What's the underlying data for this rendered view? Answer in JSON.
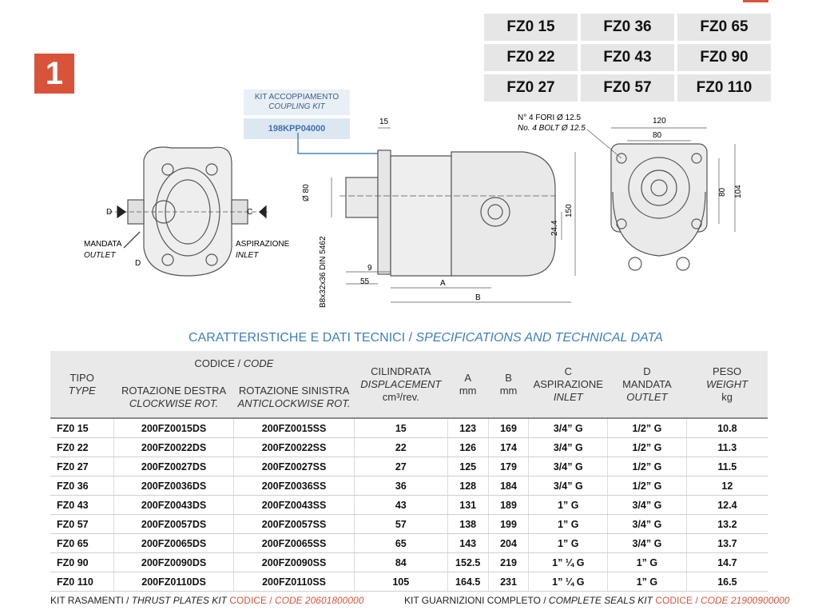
{
  "badge": "1",
  "models": [
    "FZ0 15",
    "FZ0 36",
    "FZ0 65",
    "FZ0 22",
    "FZ0 43",
    "FZ0 90",
    "FZ0 27",
    "FZ0 57",
    "FZ0 110"
  ],
  "kit": {
    "title": "KIT ACCOPPIAMENTO",
    "subtitle": "COUPLING KIT",
    "code": "198KPP04000"
  },
  "drawing": {
    "mandata": "MANDATA",
    "outlet": "OUTLET",
    "aspirazione": "ASPIRAZIONE",
    "inlet": "INLET",
    "d": "D",
    "c": "C",
    "dim15": "15",
    "dim80": "Ø 80",
    "dim9": "9",
    "dim55": "55",
    "dimA": "A",
    "dimB": "B",
    "shaft": "B8x32x36 DIN 5462",
    "dim150": "150",
    "dim244": "24.4",
    "fori_it": "N° 4 FORI Ø 12.5",
    "fori_en": "No. 4 BOLT Ø 12.5",
    "dim120": "120",
    "dim80b": "80",
    "dim80c": "80",
    "dim104": "104"
  },
  "section_title": {
    "it": "CARATTERISTICHE E DATI TECNICI / ",
    "en": "SPECIFICATIONS AND TECHNICAL DATA"
  },
  "table": {
    "h_tipo": "TIPO",
    "h_type": "TYPE",
    "h_codice": "CODICE / ",
    "h_code": "CODE",
    "h_dx": "ROTAZIONE DESTRA",
    "h_dx_en": "CLOCKWISE ROT.",
    "h_sx": "ROTAZIONE SINISTRA",
    "h_sx_en": "ANTICLOCKWISE ROT.",
    "h_cil": "CILINDRATA",
    "h_cil_en": "DISPLACEMENT",
    "h_cil_unit": "cm³/rev.",
    "h_a": "A",
    "h_a_unit": "mm",
    "h_b": "B",
    "h_b_unit": "mm",
    "h_c": "C",
    "h_c_it": "ASPIRAZIONE",
    "h_c_en": "INLET",
    "h_d": "D",
    "h_d_it": "MANDATA",
    "h_d_en": "OUTLET",
    "h_peso": "PESO",
    "h_peso_en": "WEIGHT",
    "h_peso_unit": "kg",
    "rows": [
      [
        "FZ0 15",
        "200FZ0015DS",
        "200FZ0015SS",
        "15",
        "123",
        "169",
        "3/4” G",
        "1/2” G",
        "10.8"
      ],
      [
        "FZ0 22",
        "200FZ0022DS",
        "200FZ0022SS",
        "22",
        "126",
        "174",
        "3/4” G",
        "1/2” G",
        "11.3"
      ],
      [
        "FZ0 27",
        "200FZ0027DS",
        "200FZ0027SS",
        "27",
        "125",
        "179",
        "3/4” G",
        "1/2” G",
        "11.5"
      ],
      [
        "FZ0 36",
        "200FZ0036DS",
        "200FZ0036SS",
        "36",
        "128",
        "184",
        "3/4” G",
        "1/2” G",
        "12"
      ],
      [
        "FZ0 43",
        "200FZ0043DS",
        "200FZ0043SS",
        "43",
        "131",
        "189",
        "1” G",
        "3/4” G",
        "12.4"
      ],
      [
        "FZ0 57",
        "200FZ0057DS",
        "200FZ0057SS",
        "57",
        "138",
        "199",
        "1” G",
        "3/4” G",
        "13.2"
      ],
      [
        "FZ0 65",
        "200FZ0065DS",
        "200FZ0065SS",
        "65",
        "143",
        "204",
        "1” G",
        "3/4” G",
        "13.7"
      ],
      [
        "FZ0 90",
        "200FZ0090DS",
        "200FZ0090SS",
        "84",
        "152.5",
        "219",
        "1” ¼ G",
        "1” G",
        "14.7"
      ],
      [
        "FZ0 110",
        "200FZ0110DS",
        "200FZ0110SS",
        "105",
        "164.5",
        "231",
        "1” ¼ G",
        "1” G",
        "16.5"
      ]
    ]
  },
  "footer": {
    "left_a": "KIT RASAMENTI / ",
    "left_b": "THRUST PLATES KIT",
    "left_c": "CODICE / ",
    "left_d": "CODE 20601800000",
    "right_a": "KIT GUARNIZIONI COMPLETO / ",
    "right_b": "COMPLETE SEALS KIT",
    "right_c": "CODICE / ",
    "right_d": "CODE 21900900000"
  }
}
